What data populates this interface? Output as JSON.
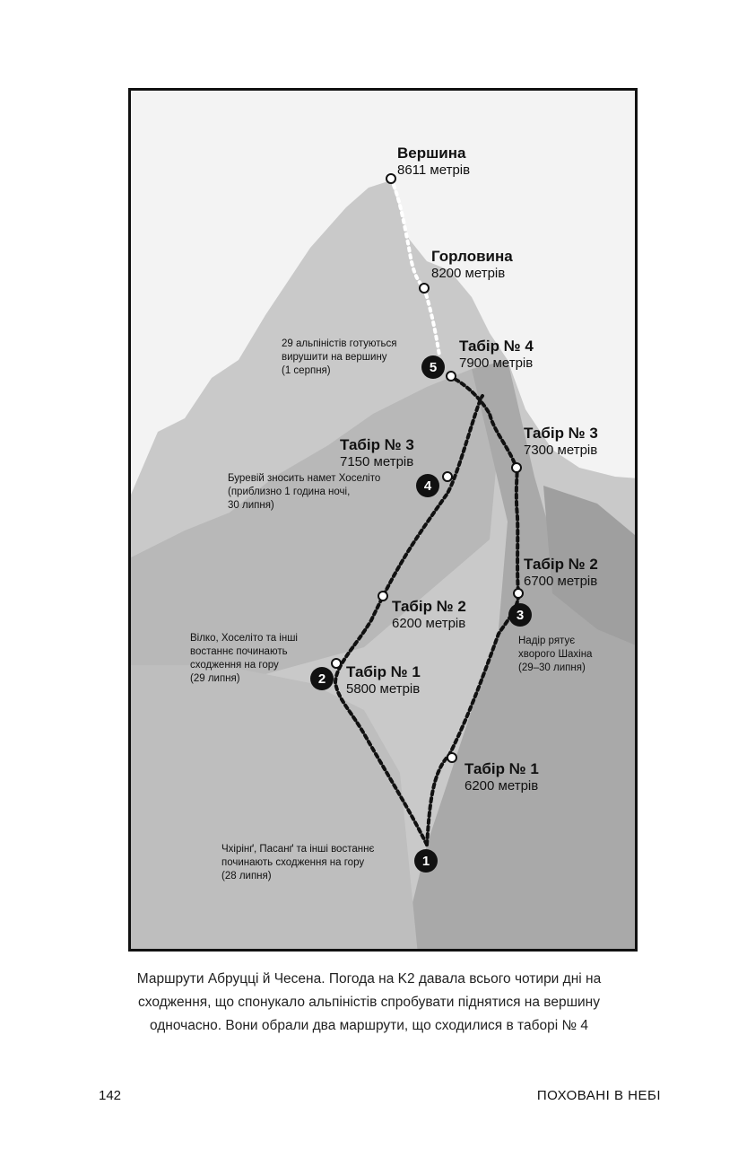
{
  "map": {
    "summit": {
      "title": "Вершина",
      "alt": "8611 метрів"
    },
    "bottleneck": {
      "title": "Горловина",
      "alt": "8200 метрів"
    },
    "camp4": {
      "title": "Табір № 4",
      "alt": "7900 метрів"
    },
    "camp3_left": {
      "title": "Табір № 3",
      "alt": "7150 метрів"
    },
    "camp3_right": {
      "title": "Табір № 3",
      "alt": "7300 метрів"
    },
    "camp2_left": {
      "title": "Табір № 2",
      "alt": "6200 метрів"
    },
    "camp2_right": {
      "title": "Табір № 2",
      "alt": "6700 метрів"
    },
    "camp1_left": {
      "title": "Табір № 1",
      "alt": "5800 метрів"
    },
    "camp1_right": {
      "title": "Табір № 1",
      "alt": "6200 метрів"
    },
    "markers": [
      "1",
      "2",
      "3",
      "4",
      "5"
    ],
    "notes": {
      "n1": "Чхірінґ, Пасанґ та інші востаннє\nпочинають сходження на гору\n(28 липня)",
      "n2": "Вілко, Хоселіто та інші\nвостаннє починають\nсходження на гору\n(29 липня)",
      "n3": "Надір рятує\nхворого Шахіна\n(29–30 липня)",
      "n4": "Буревій зносить намет Хоселіто\n(приблизно 1 година ночі,\n30 липня)",
      "n5": "29 альпіністів готуються\nвирушити на вершину\n(1 серпня)"
    }
  },
  "caption": "Маршрути Абруцці й Чесена. Погода на K2 давала всього чотири дні на сходження, що спонукало альпіністів спробувати піднятися на вершину одночасно. Вони обрали два маршрути, що сходилися в таборі № 4",
  "footer": {
    "page_number": "142",
    "running_title": "ПОХОВАНІ В НЕБІ"
  }
}
